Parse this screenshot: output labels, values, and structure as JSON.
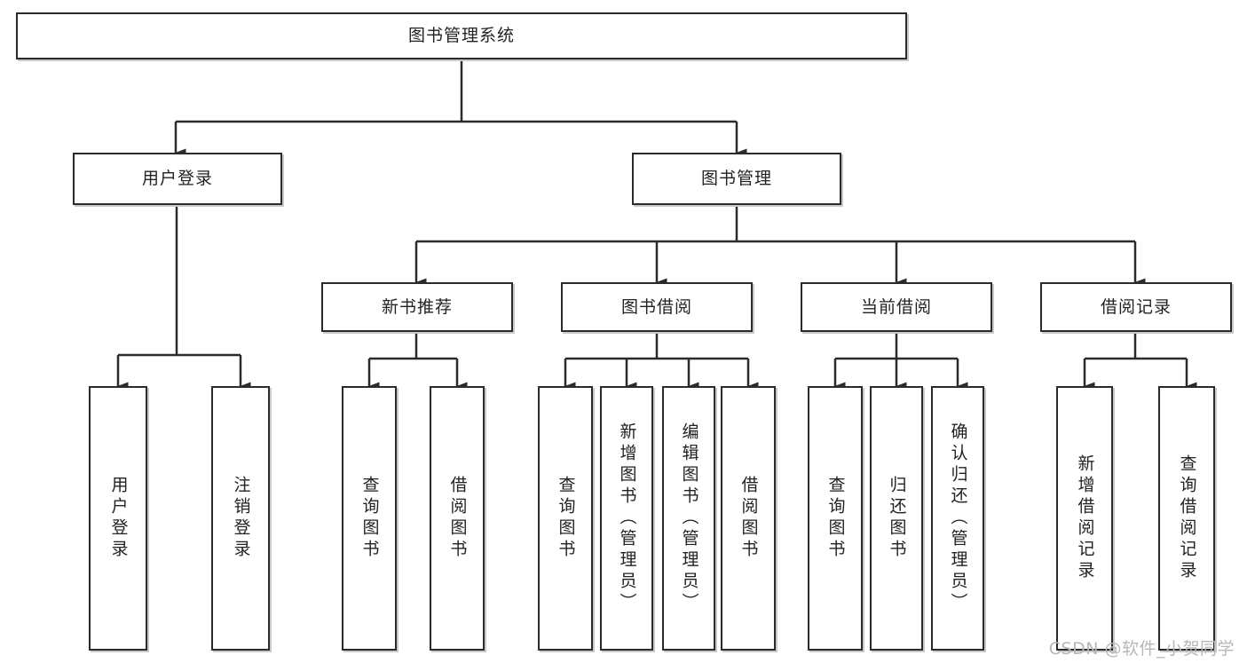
{
  "diagram": {
    "type": "tree-hierarchy",
    "title": "图书管理系统",
    "watermark": "CSDN @软件_小贺同学",
    "nodes": {
      "root": {
        "label": "图书管理系统"
      },
      "level2": [
        {
          "id": "user-login",
          "label": "用户登录"
        },
        {
          "id": "book-manage",
          "label": "图书管理"
        }
      ],
      "level3": [
        {
          "id": "new-book-recommend",
          "label": "新书推荐"
        },
        {
          "id": "book-borrow",
          "label": "图书借阅"
        },
        {
          "id": "current-borrow",
          "label": "当前借阅"
        },
        {
          "id": "borrow-record",
          "label": "借阅记录"
        }
      ],
      "leaves": [
        {
          "id": "leaf-user-login",
          "label": "用户登录",
          "parent": "user-login"
        },
        {
          "id": "leaf-logout-login",
          "label": "注销登录",
          "parent": "user-login"
        },
        {
          "id": "leaf-query-book-1",
          "label": "查询图书",
          "parent": "new-book-recommend"
        },
        {
          "id": "leaf-borrow-book-1",
          "label": "借阅图书",
          "parent": "new-book-recommend"
        },
        {
          "id": "leaf-query-book-2",
          "label": "查询图书",
          "parent": "book-borrow"
        },
        {
          "id": "leaf-add-book",
          "label": "新增图书（管理员）",
          "parent": "book-borrow"
        },
        {
          "id": "leaf-edit-book",
          "label": "编辑图书（管理员）",
          "parent": "book-borrow"
        },
        {
          "id": "leaf-borrow-book-2",
          "label": "借阅图书",
          "parent": "book-borrow"
        },
        {
          "id": "leaf-query-book-3",
          "label": "查询图书",
          "parent": "current-borrow"
        },
        {
          "id": "leaf-return-book",
          "label": "归还图书",
          "parent": "current-borrow"
        },
        {
          "id": "leaf-confirm-return",
          "label": "确认归还（管理员）",
          "parent": "current-borrow"
        },
        {
          "id": "leaf-add-record",
          "label": "新增借阅记录",
          "parent": "borrow-record"
        },
        {
          "id": "leaf-query-record",
          "label": "查询借阅记录",
          "parent": "borrow-record"
        }
      ]
    },
    "colors": {
      "stroke": "#2b2b2b",
      "fill": "#ffffff",
      "text": "#222222",
      "watermark": "#b7b7b7"
    }
  }
}
